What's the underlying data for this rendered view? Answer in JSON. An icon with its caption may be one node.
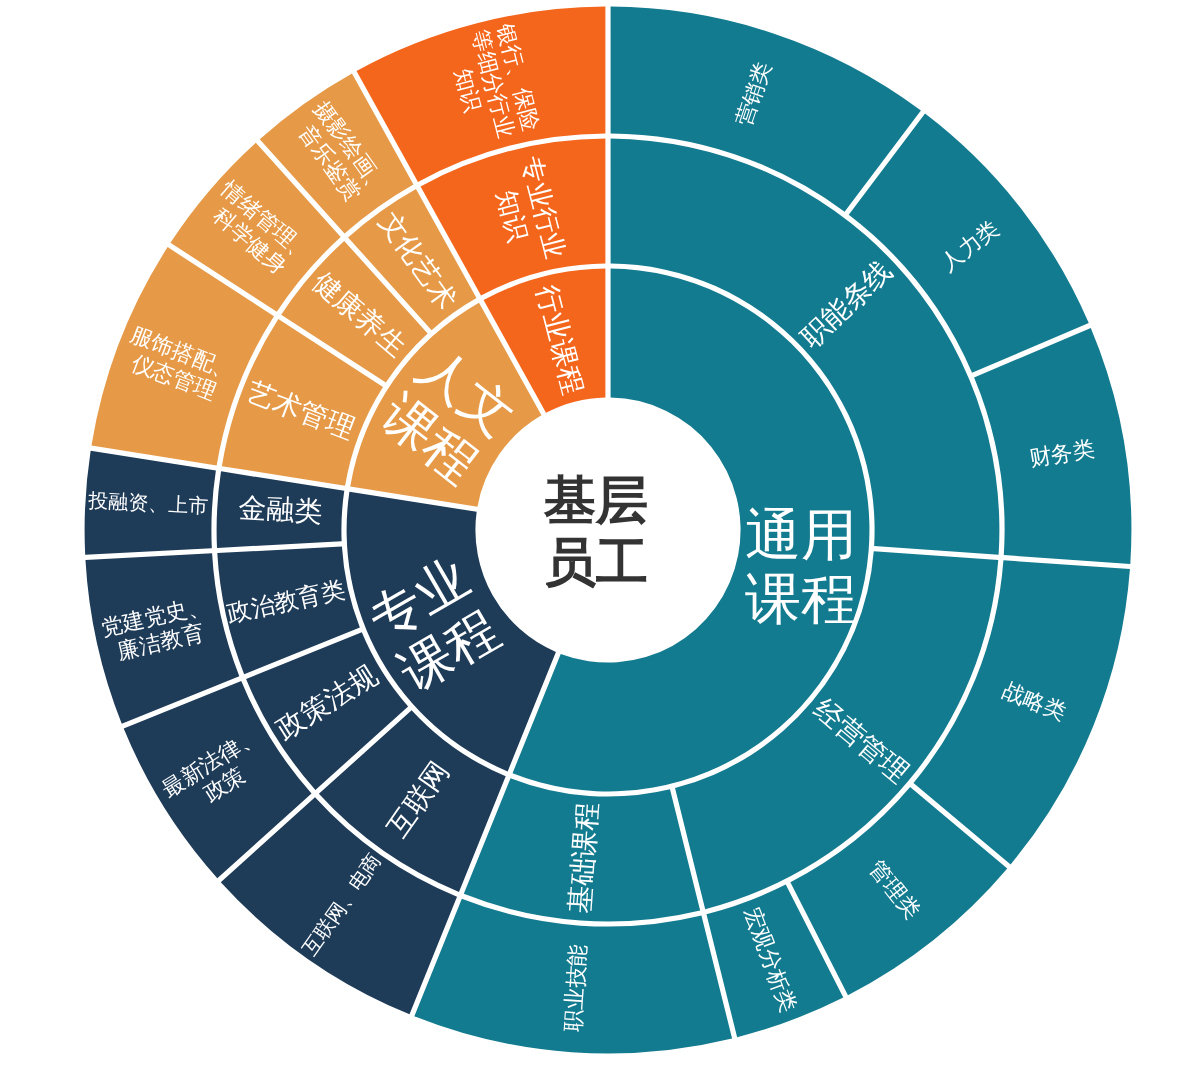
{
  "diagram": {
    "nodes": [
      {
        "text": [
          "基层员工"
        ]
      },
      {
        "text": [
          "通用课程"
        ]
      },
      {
        "text": [
          "职能条线"
        ]
      },
      {
        "text": [
          "营销类"
        ]
      },
      {
        "text": [
          "人力类"
        ]
      },
      {
        "text": [
          "财务类"
        ]
      },
      {
        "text": [
          "经营管理"
        ]
      },
      {
        "text": [
          "战略类"
        ]
      },
      {
        "text": [
          "管理类"
        ]
      },
      {
        "text": [
          "宏观分析类"
        ]
      },
      {
        "text": [
          "基础课程"
        ]
      },
      {
        "text": [
          "职业技能"
        ]
      },
      {
        "text": [
          "专业课程"
        ]
      },
      {
        "text": [
          "互联网"
        ]
      },
      {
        "text": [
          "互联网、电商"
        ]
      },
      {
        "text": [
          "政策法规"
        ]
      },
      {
        "text": [
          "最新法律、政策"
        ]
      },
      {
        "text": [
          "政治教育类"
        ]
      },
      {
        "text": [
          "党建党史、廉洁教育"
        ]
      },
      {
        "text": [
          "金融类"
        ]
      },
      {
        "text": [
          "投融资、上市"
        ]
      },
      {
        "text": [
          "人文课程"
        ]
      },
      {
        "text": [
          "艺术管理"
        ]
      },
      {
        "text": [
          "服饰搭配、仪态管理"
        ]
      },
      {
        "text": [
          "健康养生"
        ]
      },
      {
        "text": [
          "情绪管理、科学健身"
        ]
      },
      {
        "text": [
          "文化艺术"
        ]
      },
      {
        "text": [
          "摄影绘画、音乐鉴赏"
        ]
      },
      {
        "text": [
          "行业课程"
        ]
      },
      {
        "text": [
          "专业行业知识"
        ]
      },
      {
        "text": [
          "银行、保险等细分行业知识"
        ]
      }
    ]
  }
}
